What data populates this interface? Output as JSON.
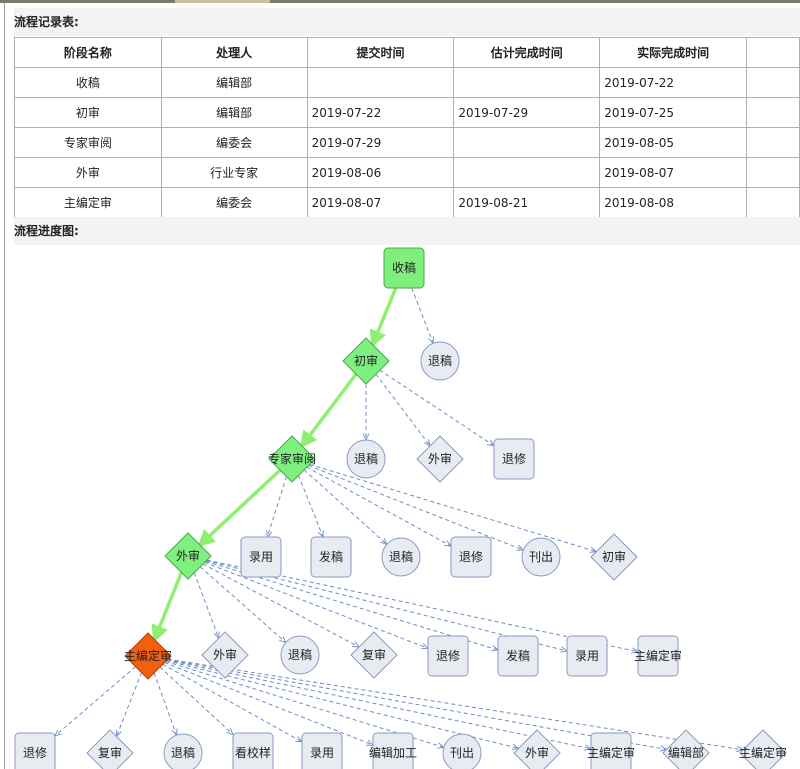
{
  "records_title": "流程记录表:",
  "flow_title": "流程进度图:",
  "table": {
    "headers": [
      "阶段名称",
      "处理人",
      "提交时间",
      "估计完成时间",
      "实际完成时间",
      ""
    ],
    "rows": [
      [
        "收稿",
        "编辑部",
        "",
        "",
        "2019-07-22",
        ""
      ],
      [
        "初审",
        "编辑部",
        "2019-07-22",
        "2019-07-29",
        "2019-07-25",
        ""
      ],
      [
        "专家审阅",
        "编委会",
        "2019-07-29",
        "",
        "2019-08-05",
        ""
      ],
      [
        "外审",
        "行业专家",
        "2019-08-06",
        "",
        "2019-08-07",
        ""
      ],
      [
        "主编定审",
        "编委会",
        "2019-08-07",
        "2019-08-21",
        "2019-08-08",
        ""
      ]
    ]
  },
  "colors": {
    "done": "#7fef7f",
    "current": "#f06010",
    "pending": "#e9ebf3",
    "path": "#8ef06e",
    "edge": "#6f8cc4"
  },
  "diagram": {
    "nodes": [
      {
        "id": "n0",
        "label": "收稿",
        "shape": "rect",
        "state": "done"
      },
      {
        "id": "n1",
        "label": "初审",
        "shape": "diamond",
        "state": "done"
      },
      {
        "id": "n2",
        "label": "退稿",
        "shape": "circle",
        "state": "pending"
      },
      {
        "id": "n3",
        "label": "专家审阅",
        "shape": "diamond",
        "state": "done"
      },
      {
        "id": "n4",
        "label": "退稿",
        "shape": "circle",
        "state": "pending"
      },
      {
        "id": "n5",
        "label": "外审",
        "shape": "diamond",
        "state": "pending"
      },
      {
        "id": "n6",
        "label": "退修",
        "shape": "rect",
        "state": "pending"
      },
      {
        "id": "n7",
        "label": "外审",
        "shape": "diamond",
        "state": "done"
      },
      {
        "id": "n8",
        "label": "录用",
        "shape": "rect",
        "state": "pending"
      },
      {
        "id": "n9",
        "label": "发稿",
        "shape": "rect",
        "state": "pending"
      },
      {
        "id": "n10",
        "label": "退稿",
        "shape": "circle",
        "state": "pending"
      },
      {
        "id": "n11",
        "label": "退修",
        "shape": "rect",
        "state": "pending"
      },
      {
        "id": "n12",
        "label": "刊出",
        "shape": "circle",
        "state": "pending"
      },
      {
        "id": "n13",
        "label": "初审",
        "shape": "diamond",
        "state": "pending"
      },
      {
        "id": "n14",
        "label": "主编定审",
        "shape": "diamond",
        "state": "current"
      },
      {
        "id": "n15",
        "label": "外审",
        "shape": "diamond",
        "state": "pending"
      },
      {
        "id": "n16",
        "label": "退稿",
        "shape": "circle",
        "state": "pending"
      },
      {
        "id": "n17",
        "label": "复审",
        "shape": "diamond",
        "state": "pending"
      },
      {
        "id": "n18",
        "label": "退修",
        "shape": "rect",
        "state": "pending"
      },
      {
        "id": "n19",
        "label": "发稿",
        "shape": "rect",
        "state": "pending"
      },
      {
        "id": "n20",
        "label": "录用",
        "shape": "rect",
        "state": "pending"
      },
      {
        "id": "n21",
        "label": "主编定审",
        "shape": "rect",
        "state": "pending"
      },
      {
        "id": "n22",
        "label": "退修",
        "shape": "rect",
        "state": "pending"
      },
      {
        "id": "n23",
        "label": "复审",
        "shape": "diamond",
        "state": "pending"
      },
      {
        "id": "n24",
        "label": "退稿",
        "shape": "circle",
        "state": "pending"
      },
      {
        "id": "n25",
        "label": "看校样",
        "shape": "rect",
        "state": "pending"
      },
      {
        "id": "n26",
        "label": "录用",
        "shape": "rect",
        "state": "pending"
      },
      {
        "id": "n27",
        "label": "编辑加工",
        "shape": "rect",
        "state": "pending"
      },
      {
        "id": "n28",
        "label": "刊出",
        "shape": "circle",
        "state": "pending"
      },
      {
        "id": "n29",
        "label": "外审",
        "shape": "diamond",
        "state": "pending"
      },
      {
        "id": "n30",
        "label": "主编定审",
        "shape": "rect",
        "state": "pending"
      },
      {
        "id": "n31",
        "label": "编辑部",
        "shape": "diamond",
        "state": "pending"
      },
      {
        "id": "n32",
        "label": "主编定审",
        "shape": "diamond",
        "state": "pending"
      }
    ],
    "path_edges": [
      [
        "n0",
        "n1"
      ],
      [
        "n1",
        "n3"
      ],
      [
        "n3",
        "n7"
      ],
      [
        "n7",
        "n14"
      ]
    ],
    "edges": [
      [
        "n0",
        "n2"
      ],
      [
        "n1",
        "n4"
      ],
      [
        "n1",
        "n5"
      ],
      [
        "n1",
        "n6"
      ],
      [
        "n3",
        "n8"
      ],
      [
        "n3",
        "n9"
      ],
      [
        "n3",
        "n10"
      ],
      [
        "n3",
        "n11"
      ],
      [
        "n3",
        "n12"
      ],
      [
        "n3",
        "n13"
      ],
      [
        "n7",
        "n15"
      ],
      [
        "n7",
        "n16"
      ],
      [
        "n7",
        "n17"
      ],
      [
        "n7",
        "n18"
      ],
      [
        "n7",
        "n19"
      ],
      [
        "n7",
        "n20"
      ],
      [
        "n7",
        "n21"
      ],
      [
        "n14",
        "n22"
      ],
      [
        "n14",
        "n23"
      ],
      [
        "n14",
        "n24"
      ],
      [
        "n14",
        "n25"
      ],
      [
        "n14",
        "n26"
      ],
      [
        "n14",
        "n27"
      ],
      [
        "n14",
        "n28"
      ],
      [
        "n14",
        "n29"
      ],
      [
        "n14",
        "n30"
      ],
      [
        "n14",
        "n31"
      ],
      [
        "n14",
        "n32"
      ]
    ]
  }
}
